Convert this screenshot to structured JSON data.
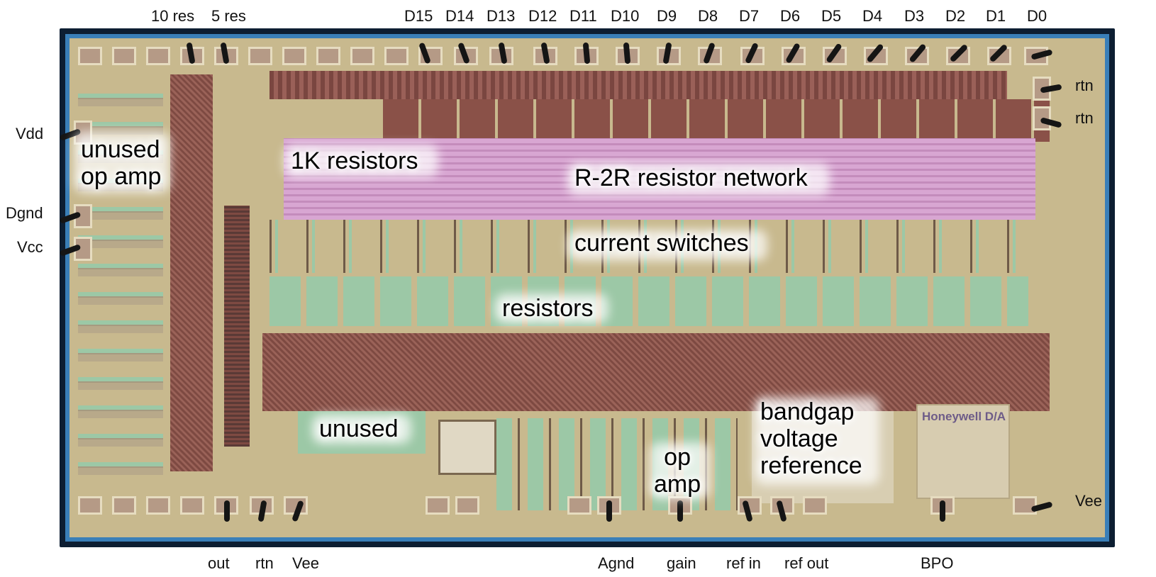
{
  "top_pins": [
    "10 res",
    "5 res",
    "D15",
    "D14",
    "D13",
    "D12",
    "D11",
    "D10",
    "D9",
    "D8",
    "D7",
    "D6",
    "D5",
    "D4",
    "D3",
    "D2",
    "D1",
    "D0"
  ],
  "right_pins": [
    "rtn",
    "rtn",
    "Vee"
  ],
  "left_pins": [
    "Vdd",
    "Dgnd",
    "Vcc"
  ],
  "bottom_pins": [
    "out",
    "rtn",
    "Vee",
    "Agnd",
    "gain",
    "ref in",
    "ref out",
    "BPO"
  ],
  "regions": {
    "unused_op_amp": "unused\nop amp",
    "resistors_1k": "1K resistors",
    "r2r": "R-2R resistor network",
    "switches": "current switches",
    "resistors": "resistors",
    "unused": "unused",
    "op_amp": "op\namp",
    "bandgap": "bandgap\nvoltage\nreference"
  },
  "logo_text": "Honeywell D/A",
  "colors": {
    "die_border": "#0d1e32",
    "die_edge": "#3a7fb8",
    "die_body": "#c8b98e",
    "resistor_brown": "#8a5148",
    "network_pink": "#d8a6d2",
    "switch_green": "#9cc8a6"
  }
}
